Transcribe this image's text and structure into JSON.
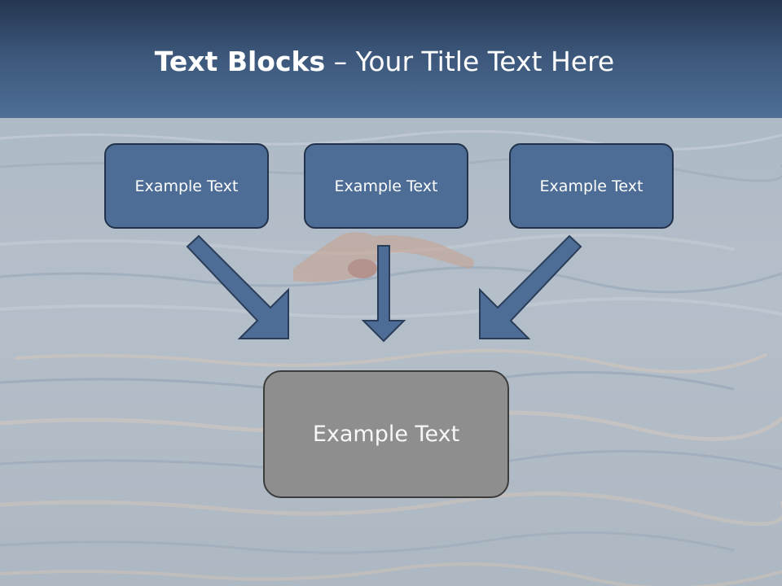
{
  "slide": {
    "title_bold": "Text Blocks",
    "title_rest": " – Your Title Text Here"
  },
  "diagram": {
    "top_boxes": [
      {
        "label": "Example Text"
      },
      {
        "label": "Example Text"
      },
      {
        "label": "Example Text"
      }
    ],
    "bottom_box": {
      "label": "Example Text"
    }
  },
  "colors": {
    "title_bar": "#3b5679",
    "box_fill": "#4d6d96",
    "box_border": "#22324a",
    "arrow_fill": "#4d6d96",
    "bottom_fill": "#8e8e8e",
    "bottom_border": "#3c3c3c"
  }
}
